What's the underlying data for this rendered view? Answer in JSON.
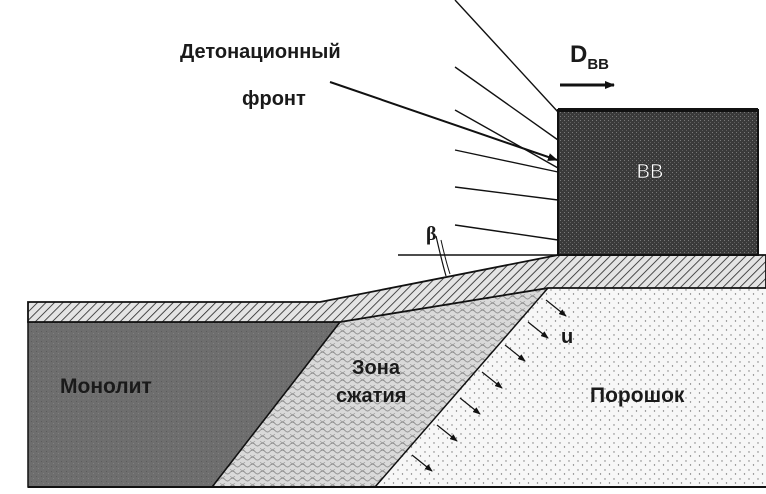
{
  "diagram": {
    "labels": {
      "detonation_front_line1": "Детонационный",
      "detonation_front_line2": "фронт",
      "velocity_main": "D",
      "velocity_sub": "BB",
      "explosive": "BB",
      "angle": "β",
      "velocity_u": "u",
      "monolith": "Монолит",
      "compression_line1": "Зона",
      "compression_line2": "сжатия",
      "powder": "Порошок"
    },
    "colors": {
      "explosive_fill": "#3a3a3a",
      "monolith_fill": "#6e6e6e",
      "compression_fill": "#d6d6d6",
      "powder_fill": "#f6f6f6",
      "plate_fill": "#cfcfcf",
      "line": "#111111",
      "explosive_text": "#ffffff"
    }
  }
}
